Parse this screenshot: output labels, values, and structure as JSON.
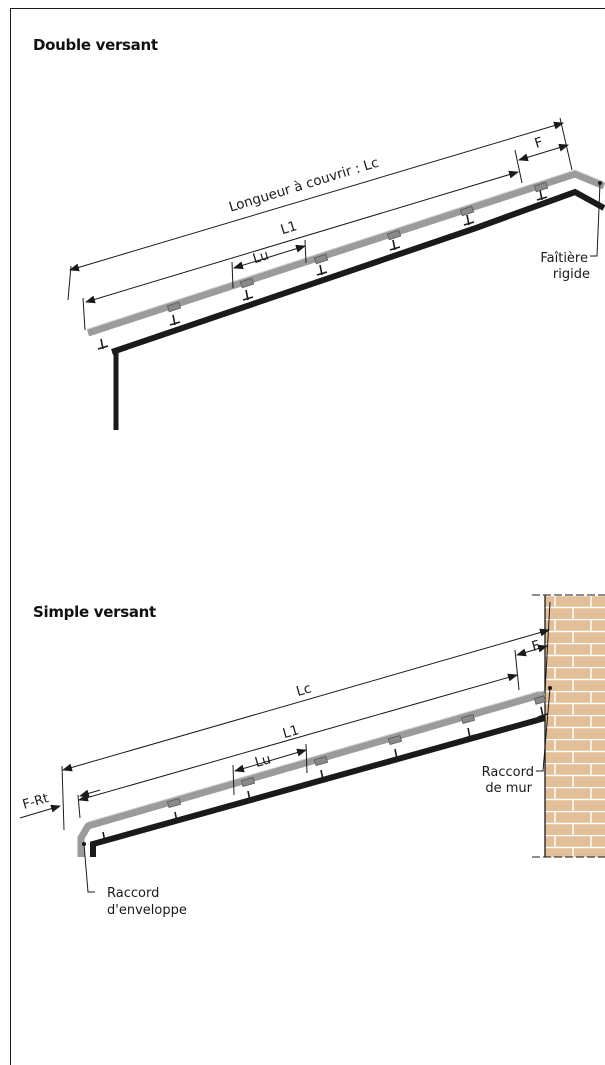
{
  "sections": {
    "double": {
      "title": "Double versant",
      "labels": {
        "lc": "Longueur à couvrir : Lc",
        "f": "F",
        "l1": "L1",
        "lu": "Lu",
        "faitiere_line1": "Faîtière",
        "faitiere_line2": "rigide"
      }
    },
    "simple": {
      "title": "Simple versant",
      "labels": {
        "lc": "Lc",
        "f": "F",
        "l1": "L1",
        "lu": "Lu",
        "frt": "F-Rt",
        "mur_line1": "Raccord",
        "mur_line2": "de mur",
        "env_line1": "Raccord",
        "env_line2": "d'enveloppe"
      }
    }
  },
  "colors": {
    "roof": "#1a1a1a",
    "panel": "#9b9b9b",
    "brick": "#e2bf98",
    "mortar": "#ffffff"
  }
}
